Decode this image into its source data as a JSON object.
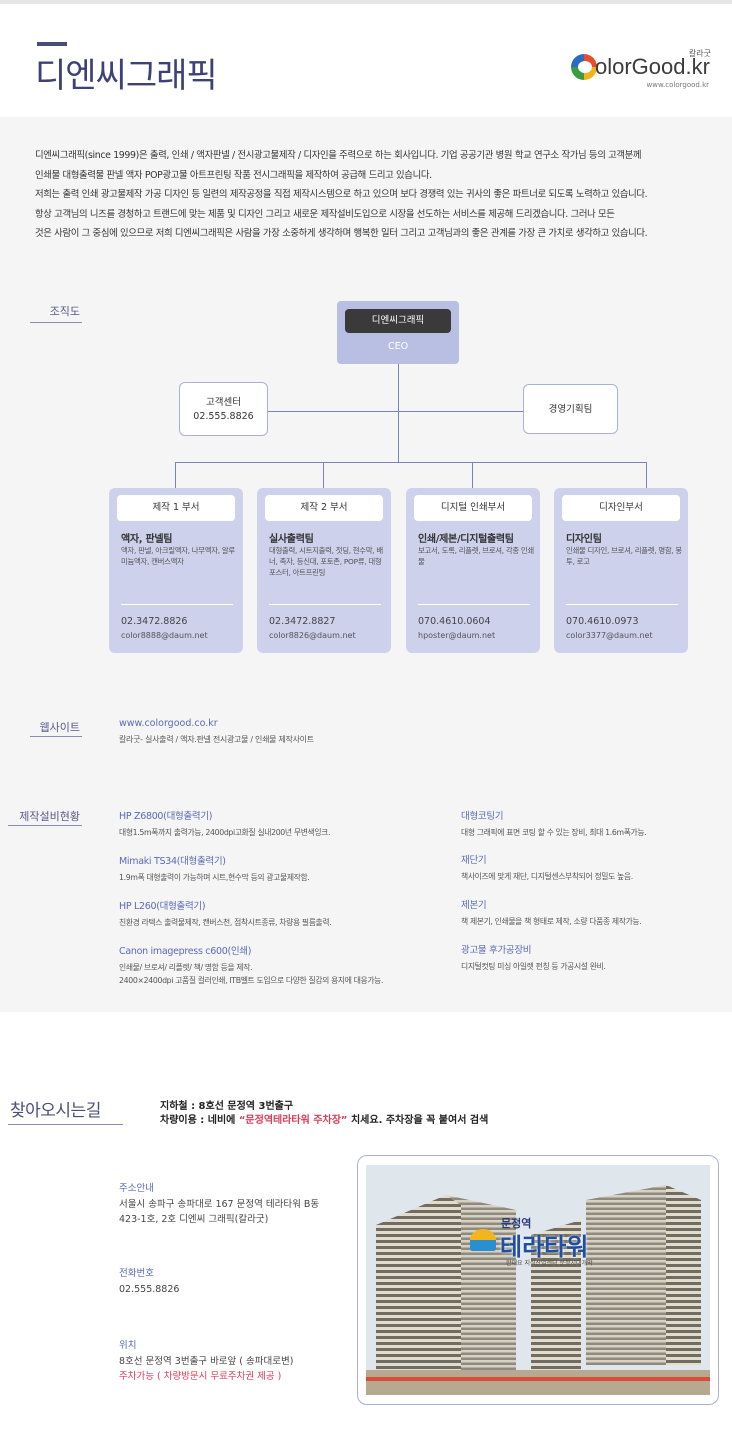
{
  "header": {
    "brand_title": "디엔씨그래픽",
    "logo_text": "olorGood.kr",
    "logo_kr": "칼라굿",
    "logo_url": "www.colorgood.kr"
  },
  "intro": {
    "lines": [
      "디엔씨그래픽(since 1999)은 출력, 인쇄 / 액자판넬 / 전시광고물제작 / 디자인을 주력으로 하는 회사입니다. 기업 공공기관 병원 학교 연구소 작가님 등의 고객분께",
      "인쇄물 대형출력물 판넬 액자 POP광고물 아트프린팅 작품 전시그래픽을 제작하여 공급해 드리고 있습니다.",
      "저희는 출력 인쇄 광고물제작 가공 디자인 등 일련의 제작공정을 직접 제작시스템으로 하고 있으며 보다 경쟁력 있는 귀사의 좋은 파트너로 되도록 노력하고 있습니다.",
      "항상 고객님의 니즈를 경청하고 트랜드에 맞는 제품 및 디자인 그리고 새로운 제작설비도입으로 시장을 선도하는 서비스를 제공해 드리겠습니다. 그러나 모든",
      "것은 사람이 그 중심에 있으므로 저희 디엔씨그래픽은 사람을 가장 소중하게 생각하며 행복한 일터 그리고 고객님과의 좋은 관계를 가장 큰 가치로 생각하고 있습니다."
    ]
  },
  "org": {
    "label": "조직도",
    "ceo_name": "디엔씨그래픽",
    "ceo_title": "CEO",
    "customer_center": {
      "name": "고객센터",
      "phone": "02.555.8826"
    },
    "planning": "경영기획팀",
    "departments": [
      {
        "head": "제작 1 부서",
        "team": "액자, 판넬팀",
        "desc": "액자, 판넬, 아크릴액자, 나무액자, 알루미늄액자, 캔버스액자",
        "phone": "02.3472.8826",
        "email": "color8888@daum.net"
      },
      {
        "head": "제작 2 부서",
        "team": "실사출력팀",
        "desc": "대형출력, 시트지출력, 첫딩, 현수막, 배너, 족자, 등신대, 포토존, POP류, 대형포스터, 아트프린팅",
        "phone": "02.3472.8827",
        "email": "color8826@daum.net"
      },
      {
        "head": "디지털 인쇄부서",
        "team": "인쇄/제본/디지털출력팀",
        "desc": "보고서, 도록, 리플렛, 브로셔, 각종 인쇄물",
        "phone": "070.4610.0604",
        "email": "hposter@daum.net"
      },
      {
        "head": "디자인부서",
        "team": "디자인팀",
        "desc": "인쇄물 디자인, 브로셔, 리플렛, 명함, 봉투, 로고",
        "phone": "070.4610.0973",
        "email": "color3377@daum.net"
      }
    ]
  },
  "website": {
    "label": "웹사이트",
    "url": "www.colorgood.co.kr",
    "desc": "칼라굿- 실사출력 / 액자.판넬 전시광고물 / 인쇄물 제작사이트"
  },
  "equipment": {
    "label": "제작설비현황",
    "left": [
      {
        "title": "HP Z6800(대형출력기)",
        "desc": [
          "대형1.5m폭까지 출력가능, 2400dpi고화질 실내200년 무변색잉크."
        ]
      },
      {
        "title": "Mimaki TS34(대형출력기)",
        "desc": [
          "1.9m폭 대형출력이 가능하며 시트,현수막 등의 광고물제작함."
        ]
      },
      {
        "title": "HP L260(대형출력기)",
        "desc": [
          "친환경 라텍스 출력물제작, 캔버스천, 점착시트종류, 차량용 필름출력."
        ]
      },
      {
        "title": "Canon imagepress c600(인쇄)",
        "desc": [
          "인쇄물/ 브로셔/ 리플렛/ 책/ 명함 등을 제작.",
          "2400×2400dpi 고품질 컬러인쇄, ITB벨트 도입으로 다양한 질감의 용지에 대응가능."
        ]
      }
    ],
    "right": [
      {
        "title": "대형코팅기",
        "desc": [
          "대형 그래픽에 표면 코팅 할 수 있는 장비, 최대 1.6m폭가능."
        ]
      },
      {
        "title": "재단기",
        "desc": [
          "책사이즈에 맞게 재단, 디지털센스부착되어 정밀도 높음."
        ]
      },
      {
        "title": "제본기",
        "desc": [
          "책 제본기, 인쇄물을 책 형태로 제작, 소량 다품종 제작가능."
        ]
      },
      {
        "title": "광고물 후가공장비",
        "desc": [
          "디지털컷팅 미싱 아일렛 펀칭 등 가공시설 완비."
        ]
      }
    ]
  },
  "location": {
    "label": "찾아오시는길",
    "subway": "지하철 : 8호선 문정역 3번출구",
    "car_prefix": "차량이용 : 네비에 ",
    "car_highlight": "“문정역테라타워 주차장”",
    "car_suffix": " 치세요.  주차장을 꼭 붙여서 검색",
    "address_title": "주소안내",
    "address_lines": [
      "서울시 송파구 송파대로 167 문정역 테라타워 B동",
      "423-1호, 2호 디엔씨 그래픽(칼라굿)"
    ],
    "phone_title": "전화번호",
    "phone": "02.555.8826",
    "position_title": "위치",
    "position_line": "8호선 문정역 3번출구 바로앞 ( 송파대로변)",
    "parking": "주차가능 ( 차량방문시 무료주차권 제공 )",
    "photo_small": "문정역",
    "photo_big": "테라타워",
    "photo_caption": "한대요 지식산업센터 문정시대개막"
  },
  "colors": {
    "accent": "#3e4178",
    "ceo_box": "#b8bfe3",
    "dept_box": "#cdd1ec",
    "link": "#5a6ab8",
    "highlight": "#d83c5a"
  }
}
